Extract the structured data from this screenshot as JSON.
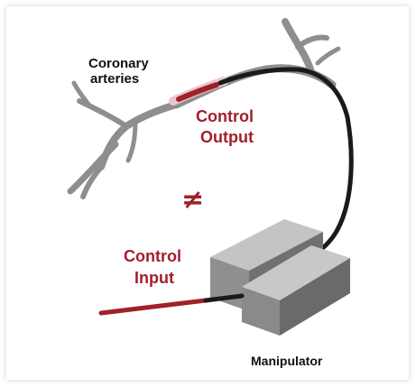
{
  "labels": {
    "coronary_line1": "Coronary",
    "coronary_line2": "arteries",
    "control_output_line1": "Control",
    "control_output_line2": "Output",
    "control_input_line1": "Control",
    "control_input_line2": "Input",
    "not_equal": "≠",
    "manipulator": "Manipulator"
  },
  "colors": {
    "artery": "#8e8e8e",
    "catheter": "#1a1a1a",
    "accent_red": "#a0202a",
    "box_front": "#8f8f8f",
    "box_top": "#c4c4c4",
    "box_side": "#6f6f6f"
  },
  "icons": {
    "not_equal": "not-equal-icon"
  }
}
